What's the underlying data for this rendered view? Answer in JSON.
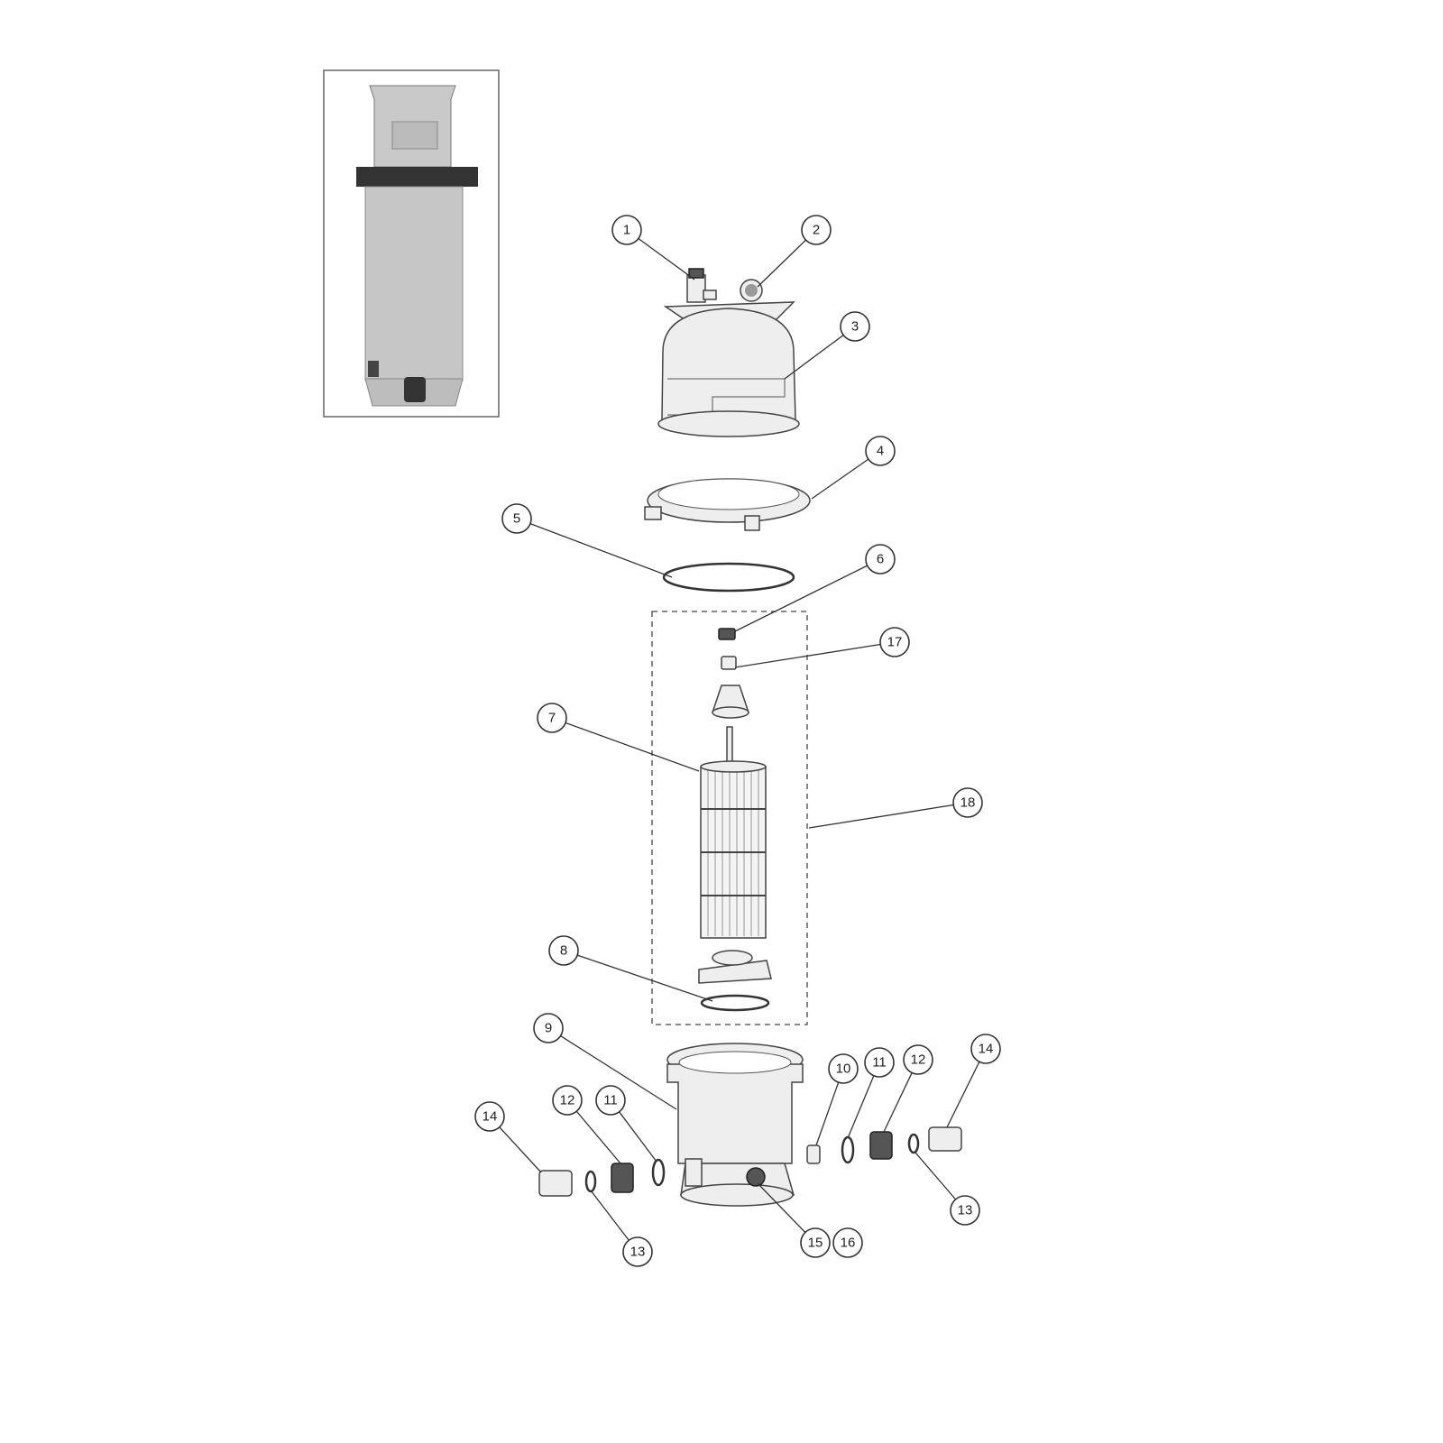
{
  "diagram": {
    "type": "exploded-parts-diagram",
    "callouts": [
      {
        "id": "c1",
        "label": "1"
      },
      {
        "id": "c2",
        "label": "2"
      },
      {
        "id": "c3",
        "label": "3"
      },
      {
        "id": "c4",
        "label": "4"
      },
      {
        "id": "c5",
        "label": "5"
      },
      {
        "id": "c6",
        "label": "6"
      },
      {
        "id": "c17",
        "label": "17"
      },
      {
        "id": "c7",
        "label": "7"
      },
      {
        "id": "c18",
        "label": "18"
      },
      {
        "id": "c8",
        "label": "8"
      },
      {
        "id": "c9",
        "label": "9"
      },
      {
        "id": "c10",
        "label": "10"
      },
      {
        "id": "c11r",
        "label": "11"
      },
      {
        "id": "c12r",
        "label": "12"
      },
      {
        "id": "c14r",
        "label": "14"
      },
      {
        "id": "c14l",
        "label": "14"
      },
      {
        "id": "c12l",
        "label": "12"
      },
      {
        "id": "c11l",
        "label": "11"
      },
      {
        "id": "c13l",
        "label": "13"
      },
      {
        "id": "c13r",
        "label": "13"
      },
      {
        "id": "c15",
        "label": "15"
      },
      {
        "id": "c16",
        "label": "16"
      }
    ],
    "colors": {
      "line": "#333333",
      "part": "#eeeeee",
      "dark": "#555555"
    }
  }
}
